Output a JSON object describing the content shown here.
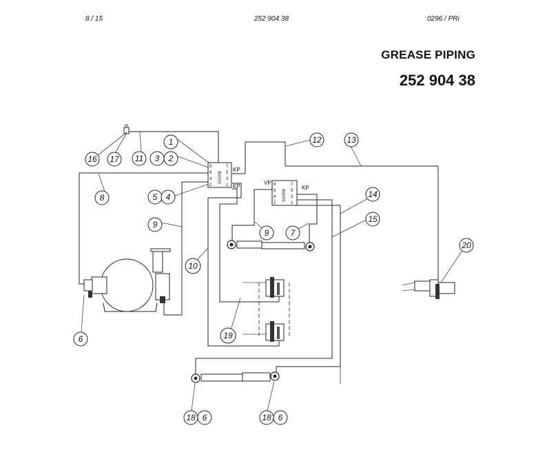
{
  "header": {
    "page": "8 / 15",
    "doc_code": "252 904 38",
    "revision": "0296 / PRi"
  },
  "title": "GREASE PIPING",
  "part_number": "252 904 38",
  "distributors": {
    "main": {
      "label": "SSV08",
      "pins_left": [
        "8",
        "6",
        "4",
        "2"
      ],
      "pins_right": [
        "7",
        "5",
        "3",
        "1"
      ],
      "kp_upper": "KP",
      "kp_lower": "KP"
    },
    "secondary": {
      "label": "SSV08",
      "vp": "VP",
      "pins_left": [
        "8",
        "6",
        "4",
        "2"
      ],
      "pins_right": [
        "7",
        "5",
        "3",
        "1"
      ],
      "kp": "KP"
    }
  },
  "callouts": {
    "c1": "1",
    "c2": "2",
    "c3": "3",
    "c4": "4",
    "c5": "5",
    "c6": "6",
    "c7": "7",
    "c8": "8",
    "c9a": "9",
    "c9b": "9",
    "c10": "10",
    "c11": "11",
    "c12": "12",
    "c13": "13",
    "c14": "14",
    "c15": "15",
    "c16": "16",
    "c17": "17",
    "c19": "19",
    "c20": "20",
    "c18a": "18",
    "c6a": "6",
    "c18b": "18",
    "c6b": "6"
  }
}
